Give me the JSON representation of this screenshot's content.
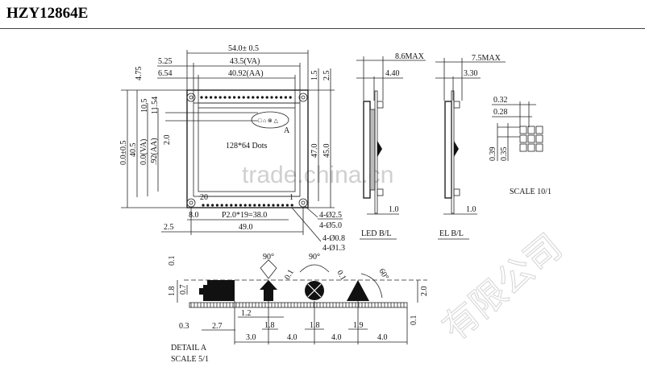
{
  "title": "HZY12864E",
  "watermark": {
    "site": "trade.china.cn",
    "company": "有限公司"
  },
  "front": {
    "width_total": "54.0± 0.5",
    "width_va": "43.5(VA)",
    "width_aa": "40.92(AA)",
    "offset_va": "5.25",
    "offset_aa": "6.54",
    "top_margin": "4.75",
    "right_1": "1.5",
    "right_2": "2.5",
    "height_47": "47.0",
    "height_45": "45.0",
    "height_total": "0.0±0.5",
    "height_40": "40.5",
    "height_va": "0.0(VA)",
    "height_aa": ".92(AA)",
    "dim_2": "2.0",
    "dim_10": "10.5",
    "dim_11": "11.54",
    "dots": "128*64 Dots",
    "detail_mark": "A",
    "pin_20": "20",
    "pin_1": "1",
    "pin_offset": "8.0",
    "pin_pitch": "P2.0*19=38.0",
    "hole_offset": "2.5",
    "hole_span": "49.0",
    "hole_1": "4-Ø2.5",
    "hole_2": "4-Ø5.0",
    "hole_3": "4-Ø0.8",
    "hole_4": "4-Ø1.3"
  },
  "side_led": {
    "max": "8.6MAX",
    "depth": "4.40",
    "pin": "1.0",
    "label": "LED  B/L"
  },
  "side_el": {
    "max": "7.5MAX",
    "depth": "3.30",
    "pin": "1.0",
    "label": "EL  B/L"
  },
  "dot_detail": {
    "pitch": "0.32",
    "size": "0.28",
    "vpitch": "0.39",
    "vsize": "0.35",
    "scale": "SCALE 10/1"
  },
  "detail_a": {
    "top": "0.1",
    "h18": "1.8",
    "h07": "0.7",
    "ang1": "90°",
    "ang2": "90°",
    "t1": "0.1",
    "t2": "0.1",
    "ang3": "60°",
    "h20": "2.0",
    "b01": "0.1",
    "w12": "1.2",
    "w18a": "1.8",
    "w18b": "1.8",
    "w19": "1.9",
    "w03": "0.3",
    "w27": "2.7",
    "s30": "3.0",
    "s40a": "4.0",
    "s40b": "4.0",
    "s40c": "4.0",
    "label": "DETAIL A",
    "scale": "SCALE 5/1"
  }
}
